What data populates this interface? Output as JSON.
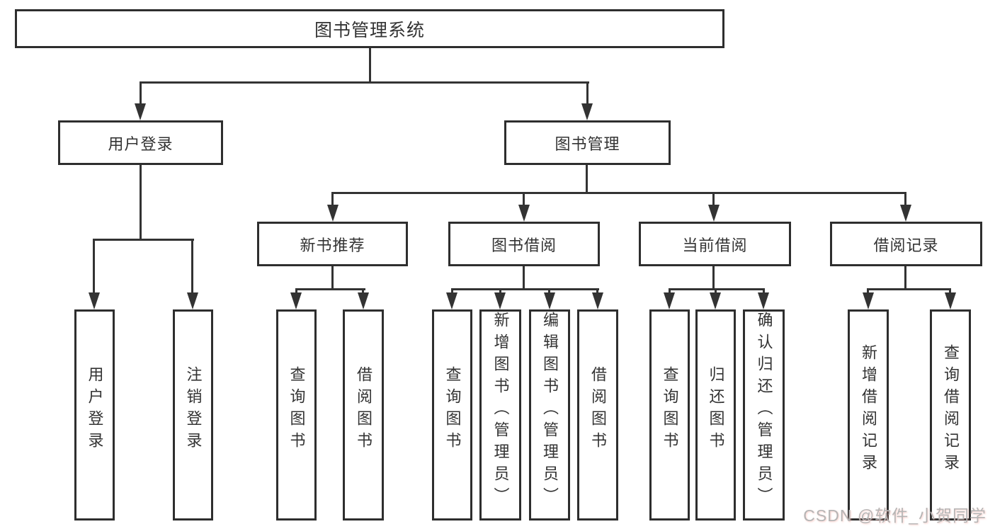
{
  "colors": {
    "line": "#333333",
    "box_border": "#2e2e2e",
    "text": "#333333",
    "watermark": "#b5b5b5"
  },
  "tree": {
    "root": {
      "label": "图书管理系统"
    },
    "level2": [
      {
        "label": "用户登录"
      },
      {
        "label": "图书管理"
      }
    ],
    "level3": [
      {
        "label": "新书推荐"
      },
      {
        "label": "图书借阅"
      },
      {
        "label": "当前借阅"
      },
      {
        "label": "借阅记录"
      }
    ],
    "leaves": {
      "user_login": [
        "用户登录",
        "注销登录"
      ],
      "new_book_recommend": [
        "查询图书",
        "借阅图书"
      ],
      "book_borrowing": [
        "查询图书",
        "新增图书（管理员）",
        "编辑图书（管理员）",
        "借阅图书"
      ],
      "current_borrowing": [
        "查询图书",
        "归还图书",
        "确认归还（管理员）"
      ],
      "borrowing_records": [
        "新增借阅记录",
        "查询借阅记录"
      ]
    }
  },
  "watermark": "CSDN @软件_小贺同学"
}
